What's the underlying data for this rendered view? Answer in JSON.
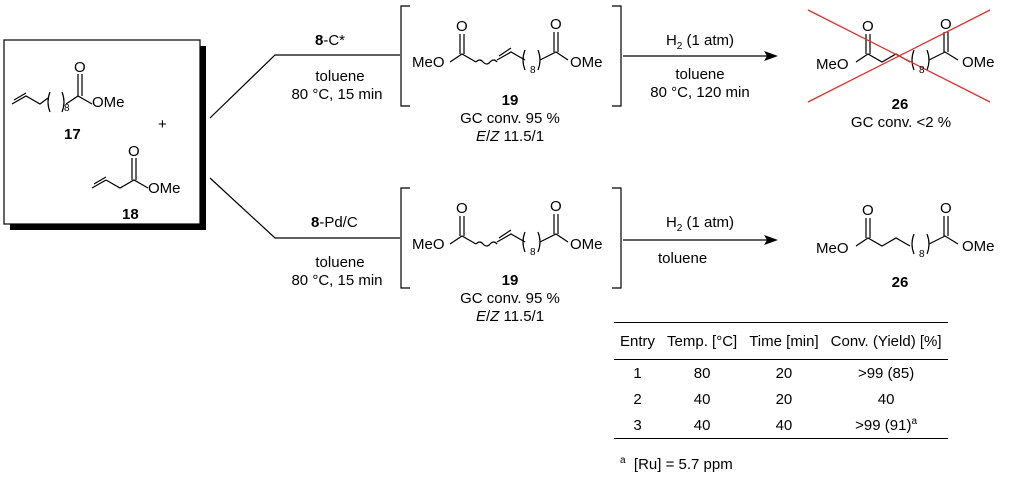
{
  "start_materials": {
    "compound_17": {
      "label": "17",
      "ester": "OMe",
      "chain_sub": "8"
    },
    "plus": "+",
    "compound_18": {
      "label": "18",
      "ester": "OMe"
    }
  },
  "top_route": {
    "catalyst_bold": "8",
    "catalyst_rest": "-C*",
    "solvent": "toluene",
    "conditions": "80 °C, 15 min",
    "intermediate": {
      "left": "MeO",
      "right": "OMe",
      "sub": "8",
      "label": "19",
      "conv": "GC conv. 95 %",
      "ez_e": "E",
      "ez_sep": "/",
      "ez_z": "Z",
      "ez_val": " 11.5/1"
    },
    "h2_main": "H",
    "h2_sub": "2",
    "h2_rest": " (1 atm)",
    "solvent2": "toluene",
    "conditions2": "80 °C, 120 min",
    "product": {
      "left": "MeO",
      "right": "OMe",
      "sub": "8",
      "label": "26",
      "conv": "GC conv. <2 %"
    }
  },
  "bottom_route": {
    "catalyst_bold": "8",
    "catalyst_rest": "-Pd/C",
    "solvent": "toluene",
    "conditions": "80 °C, 15 min",
    "intermediate": {
      "left": "MeO",
      "right": "OMe",
      "sub": "8",
      "label": "19",
      "conv": "GC conv. 95 %",
      "ez_e": "E",
      "ez_sep": "/",
      "ez_z": "Z",
      "ez_val": " 11.5/1"
    },
    "h2_main": "H",
    "h2_sub": "2",
    "h2_rest": " (1 atm)",
    "solvent2": "toluene",
    "product": {
      "left": "MeO",
      "right": "OMe",
      "sub": "8",
      "label": "26"
    }
  },
  "table": {
    "headers": [
      "Entry",
      "Temp. [°C]",
      "Time [min]",
      "Conv. (Yield) [%]"
    ],
    "rows": [
      {
        "entry": "1",
        "temp": "80",
        "time": "20",
        "conv": ">99 (85)",
        "sup": ""
      },
      {
        "entry": "2",
        "temp": "40",
        "time": "20",
        "conv": "40",
        "sup": ""
      },
      {
        "entry": "3",
        "temp": "40",
        "time": "40",
        "conv": ">99 (91)",
        "sup": "a"
      }
    ]
  },
  "footnote": {
    "mark": "a",
    "text": "[Ru] = 5.7 ppm"
  },
  "colors": {
    "strike": "#e03030",
    "ink": "#000000"
  }
}
